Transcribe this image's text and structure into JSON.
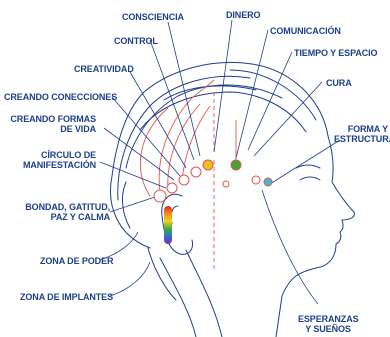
{
  "colors": {
    "label": "#1e3f8a",
    "outline": "#1e3f8a",
    "energy_line": "#e2554b",
    "point_ring": "#e2554b",
    "yellow_point": "#e8c320",
    "green_point": "#3fa63a",
    "cyan_point": "#3fb7d6"
  },
  "labels": {
    "consciencia": "CONSCIENCIA",
    "dinero": "DINERO",
    "comunicacion": "COMUNICACIÓN",
    "control": "CONTROL",
    "tiempo_y_espacio": "TIEMPO Y ESPACIO",
    "creatividad": "CREATIVIDAD",
    "cura": "CURA",
    "creando_conecciones": "CREANDO CONECCIONES",
    "creando_formas_1": "CREANDO FORMAS",
    "creando_formas_2": "DE VIDA",
    "forma_estructura_1": "FORMA Y",
    "forma_estructura_2": "ESTRUCTURA",
    "circulo_1": "CÍRCULO DE",
    "circulo_2": "MANIFESTACIÓN",
    "bondad_1": "BONDAD, GATITUD,",
    "bondad_2": "PAZ Y CALMA",
    "zona_poder": "ZONA DE PODER",
    "zona_implantes": "ZONA DE IMPLANTES",
    "esperanzas_1": "ESPERANZAS",
    "esperanzas_2": "Y SUEÑOS"
  },
  "icons": [
    "head-outline-illustration",
    "rainbow-bar-icon"
  ]
}
